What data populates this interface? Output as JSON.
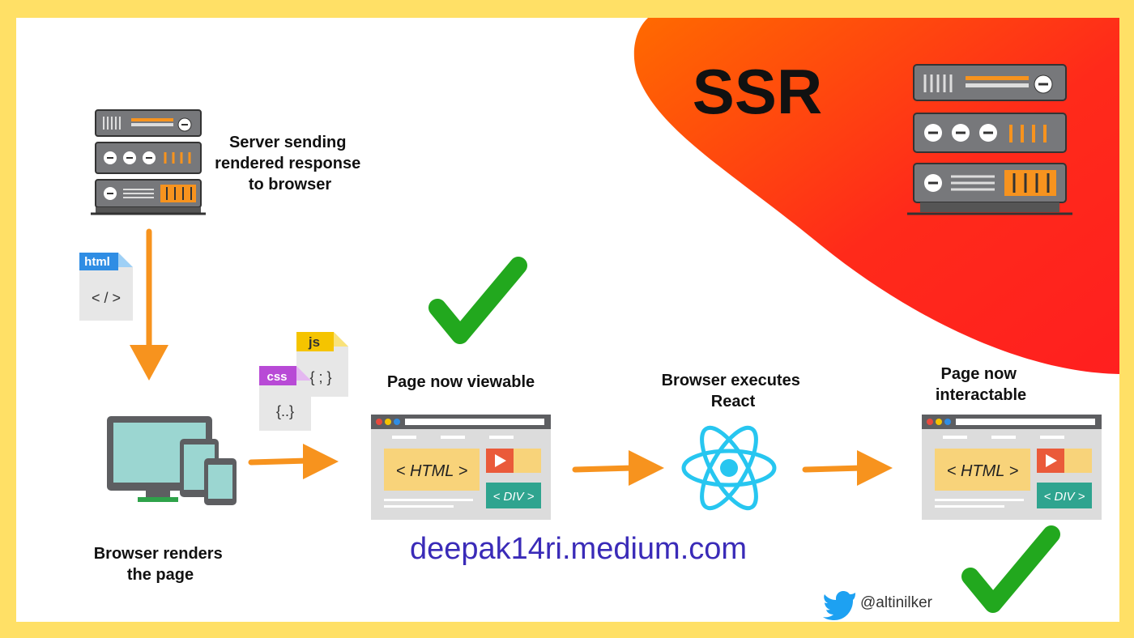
{
  "title": "SSR",
  "steps": {
    "server_sending": [
      "Server sending",
      "rendered response",
      "to browser"
    ],
    "browser_renders": [
      "Browser renders",
      "the page"
    ],
    "page_viewable": [
      "Page now viewable"
    ],
    "browser_executes": [
      "Browser executes",
      "React"
    ],
    "page_interactable": [
      "Page now",
      "interactable"
    ]
  },
  "files": {
    "html_tag": "html",
    "html_content": "< / >",
    "js_tag": "js",
    "js_content": "{ ; }",
    "css_tag": "css",
    "css_content": "{..}"
  },
  "browser_window": {
    "html_block": "< HTML >",
    "div_block": "< DIV >"
  },
  "watermark": "deepak14ri.medium.com",
  "credit": "@altinilker",
  "colors": {
    "frame": "#ffe066",
    "accent_orange": "#f7931e",
    "check_green": "#22a81e",
    "react_blue": "#27c6f0",
    "watermark_blue": "#3a2bb8",
    "server_gray": "#77787b"
  }
}
